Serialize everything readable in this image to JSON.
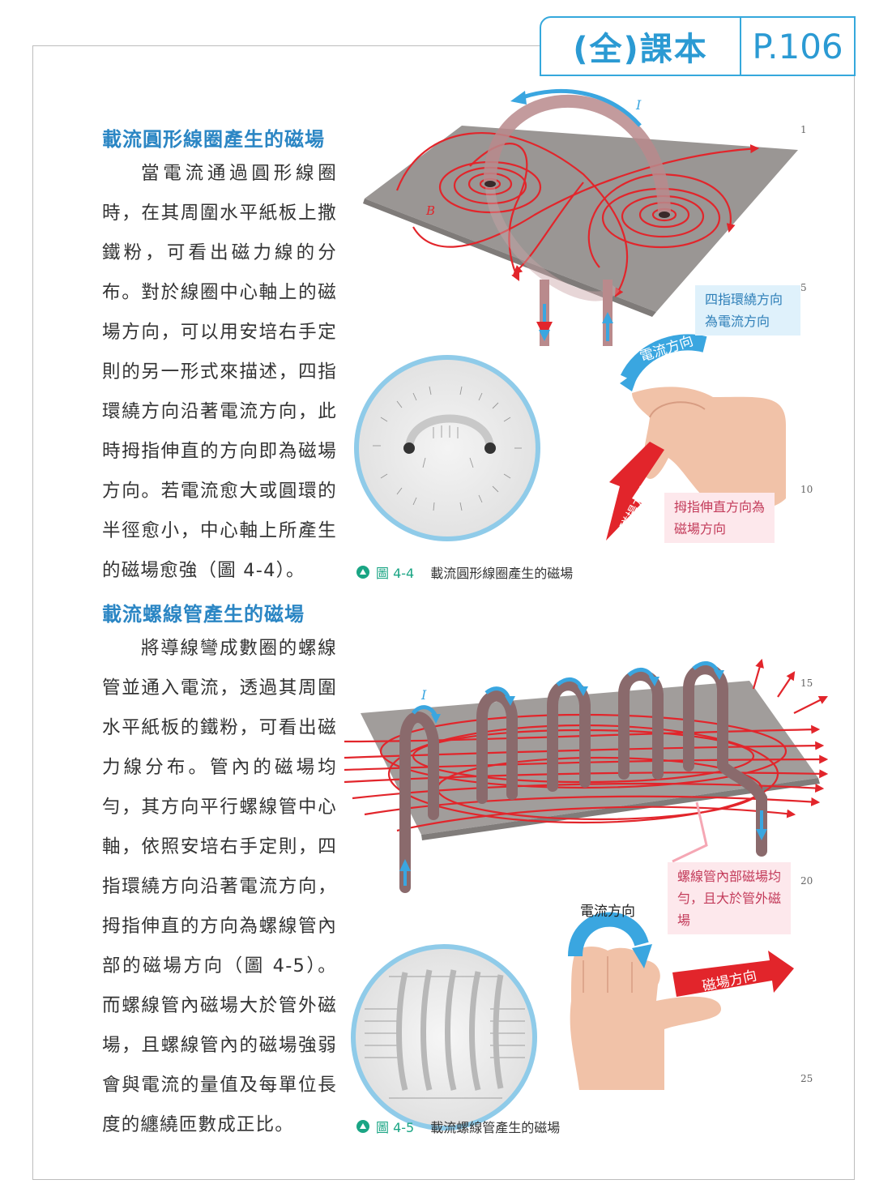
{
  "tab": {
    "left_label": "(全)課本",
    "page_label": "P.106"
  },
  "sections": [
    {
      "heading": "載流圓形線圈產生的磁場",
      "text": "當電流通過圓形線圈時，在其周圍水平紙板上撒鐵粉，可看出磁力線的分布。對於線圈中心軸上的磁場方向，可以用安培右手定則的另一形式來描述，四指環繞方向沿著電流方向，此時拇指伸直的方向即為磁場方向。若電流愈大或圓環的半徑愈小，中心軸上所產生的磁場愈強（圖 4-4）。"
    },
    {
      "heading": "載流螺線管產生的磁場",
      "text": "將導線彎成數圈的螺線管並通入電流，透過其周圍水平紙板的鐵粉，可看出磁力線分布。管內的磁場均勻，其方向平行螺線管中心軸，依照安培右手定則，四指環繞方向沿著電流方向，拇指伸直的方向為螺線管內部的磁場方向（圖 4-5）。而螺線管內磁場大於管外磁場，且螺線管內的磁場強弱會與電流的量值及每單位長度的纏繞匝數成正比。"
    }
  ],
  "line_numbers": [
    "1",
    "5",
    "10",
    "15",
    "20",
    "25"
  ],
  "figure_4_4": {
    "caption_num": "圖 4-4",
    "caption_text": "載流圓形線圈產生的磁場",
    "label_I": "I",
    "label_B": "B",
    "note_fingers": "四指環繞方向為電流方向",
    "note_thumb": "拇指伸直方向為磁場方向",
    "arrow_current": "電流方向",
    "arrow_field": "磁場方向"
  },
  "figure_4_5": {
    "caption_num": "圖 4-5",
    "caption_text": "載流螺線管產生的磁場",
    "label_I": "I",
    "note_inside": "螺線管內部磁場均勻，且大於管外磁場",
    "label_current": "電流方向",
    "arrow_field": "磁場方向"
  },
  "colors": {
    "accent_blue": "#2b9ad3",
    "heading_blue": "#2b86c4",
    "field_red": "#e2252b",
    "caption_green": "#1aa584"
  }
}
